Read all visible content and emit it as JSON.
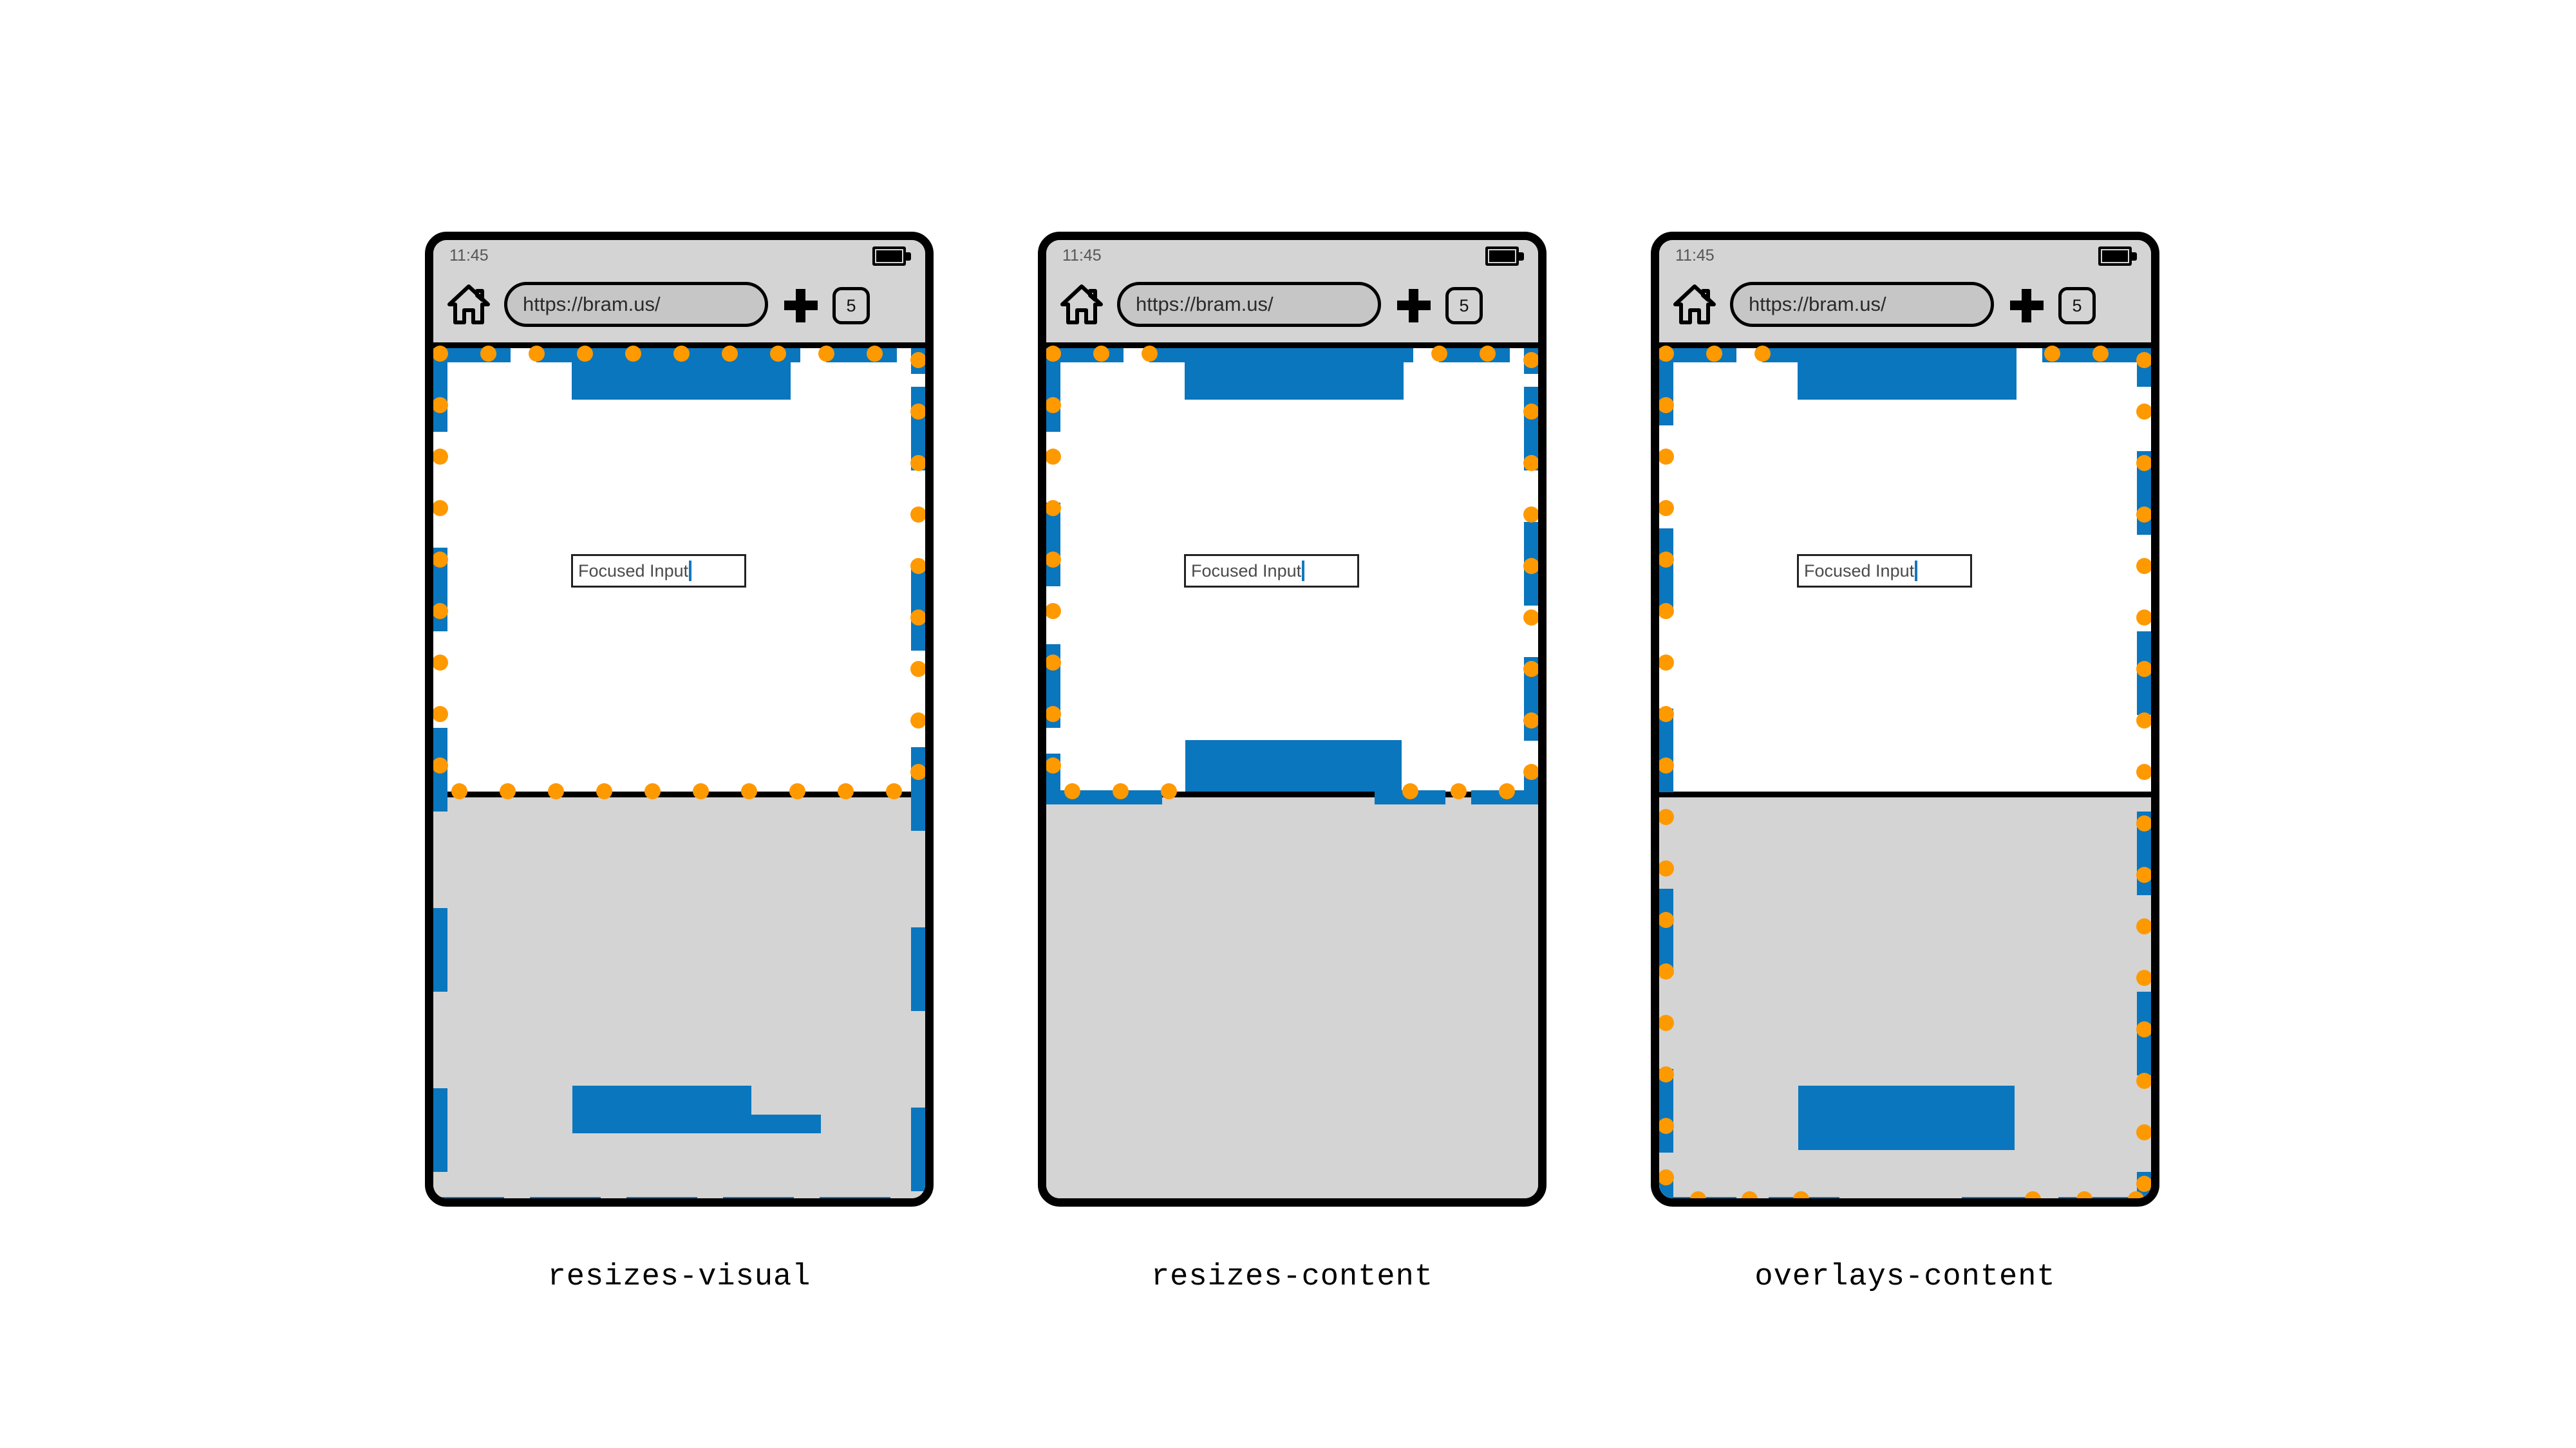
{
  "page": {
    "background": "#ffffff",
    "accent_blue": "#0a76be",
    "accent_orange": "#ff9900",
    "chrome_gray": "#d4d4d4"
  },
  "browser_chrome": {
    "clock": "11:45",
    "url": "https://bram.us/",
    "tab_count": "5",
    "home_icon": "home-icon",
    "new_tab_icon": "plus-icon",
    "battery_icon": "battery-icon"
  },
  "page_content": {
    "input_value": "Focused Input",
    "input_caret": "|"
  },
  "phones": [
    {
      "id": "resizes-visual",
      "caption": "resizes-visual",
      "description": "Dashed viewport outline spans full screen including keyboard; orange interactive dots only around the visual viewport above the keyboard.",
      "visual_viewport_height": 709,
      "keyboard_height": 632,
      "outline_covers_keyboard": true,
      "dots_cover_keyboard": false,
      "keyboard_has_page_blocks": true
    },
    {
      "id": "resizes-content",
      "caption": "resizes-content",
      "description": "Layout viewport shrinks to the area above the keyboard; dashed outline and orange dots both hug the shrunken content area.",
      "visual_viewport_height": 709,
      "keyboard_height": 632,
      "outline_covers_keyboard": false,
      "dots_cover_keyboard": false,
      "keyboard_has_page_blocks": false
    },
    {
      "id": "overlays-content",
      "caption": "overlays-content",
      "description": "Keyboard overlays the page; dashed outline and orange dots both extend the full screen height behind the keyboard.",
      "visual_viewport_height": 709,
      "keyboard_height": 632,
      "outline_covers_keyboard": true,
      "dots_cover_keyboard": true,
      "keyboard_has_page_blocks": true
    }
  ],
  "captions": {
    "phone1": "resizes-visual",
    "phone2": "resizes-content",
    "phone3": "overlays-content"
  }
}
